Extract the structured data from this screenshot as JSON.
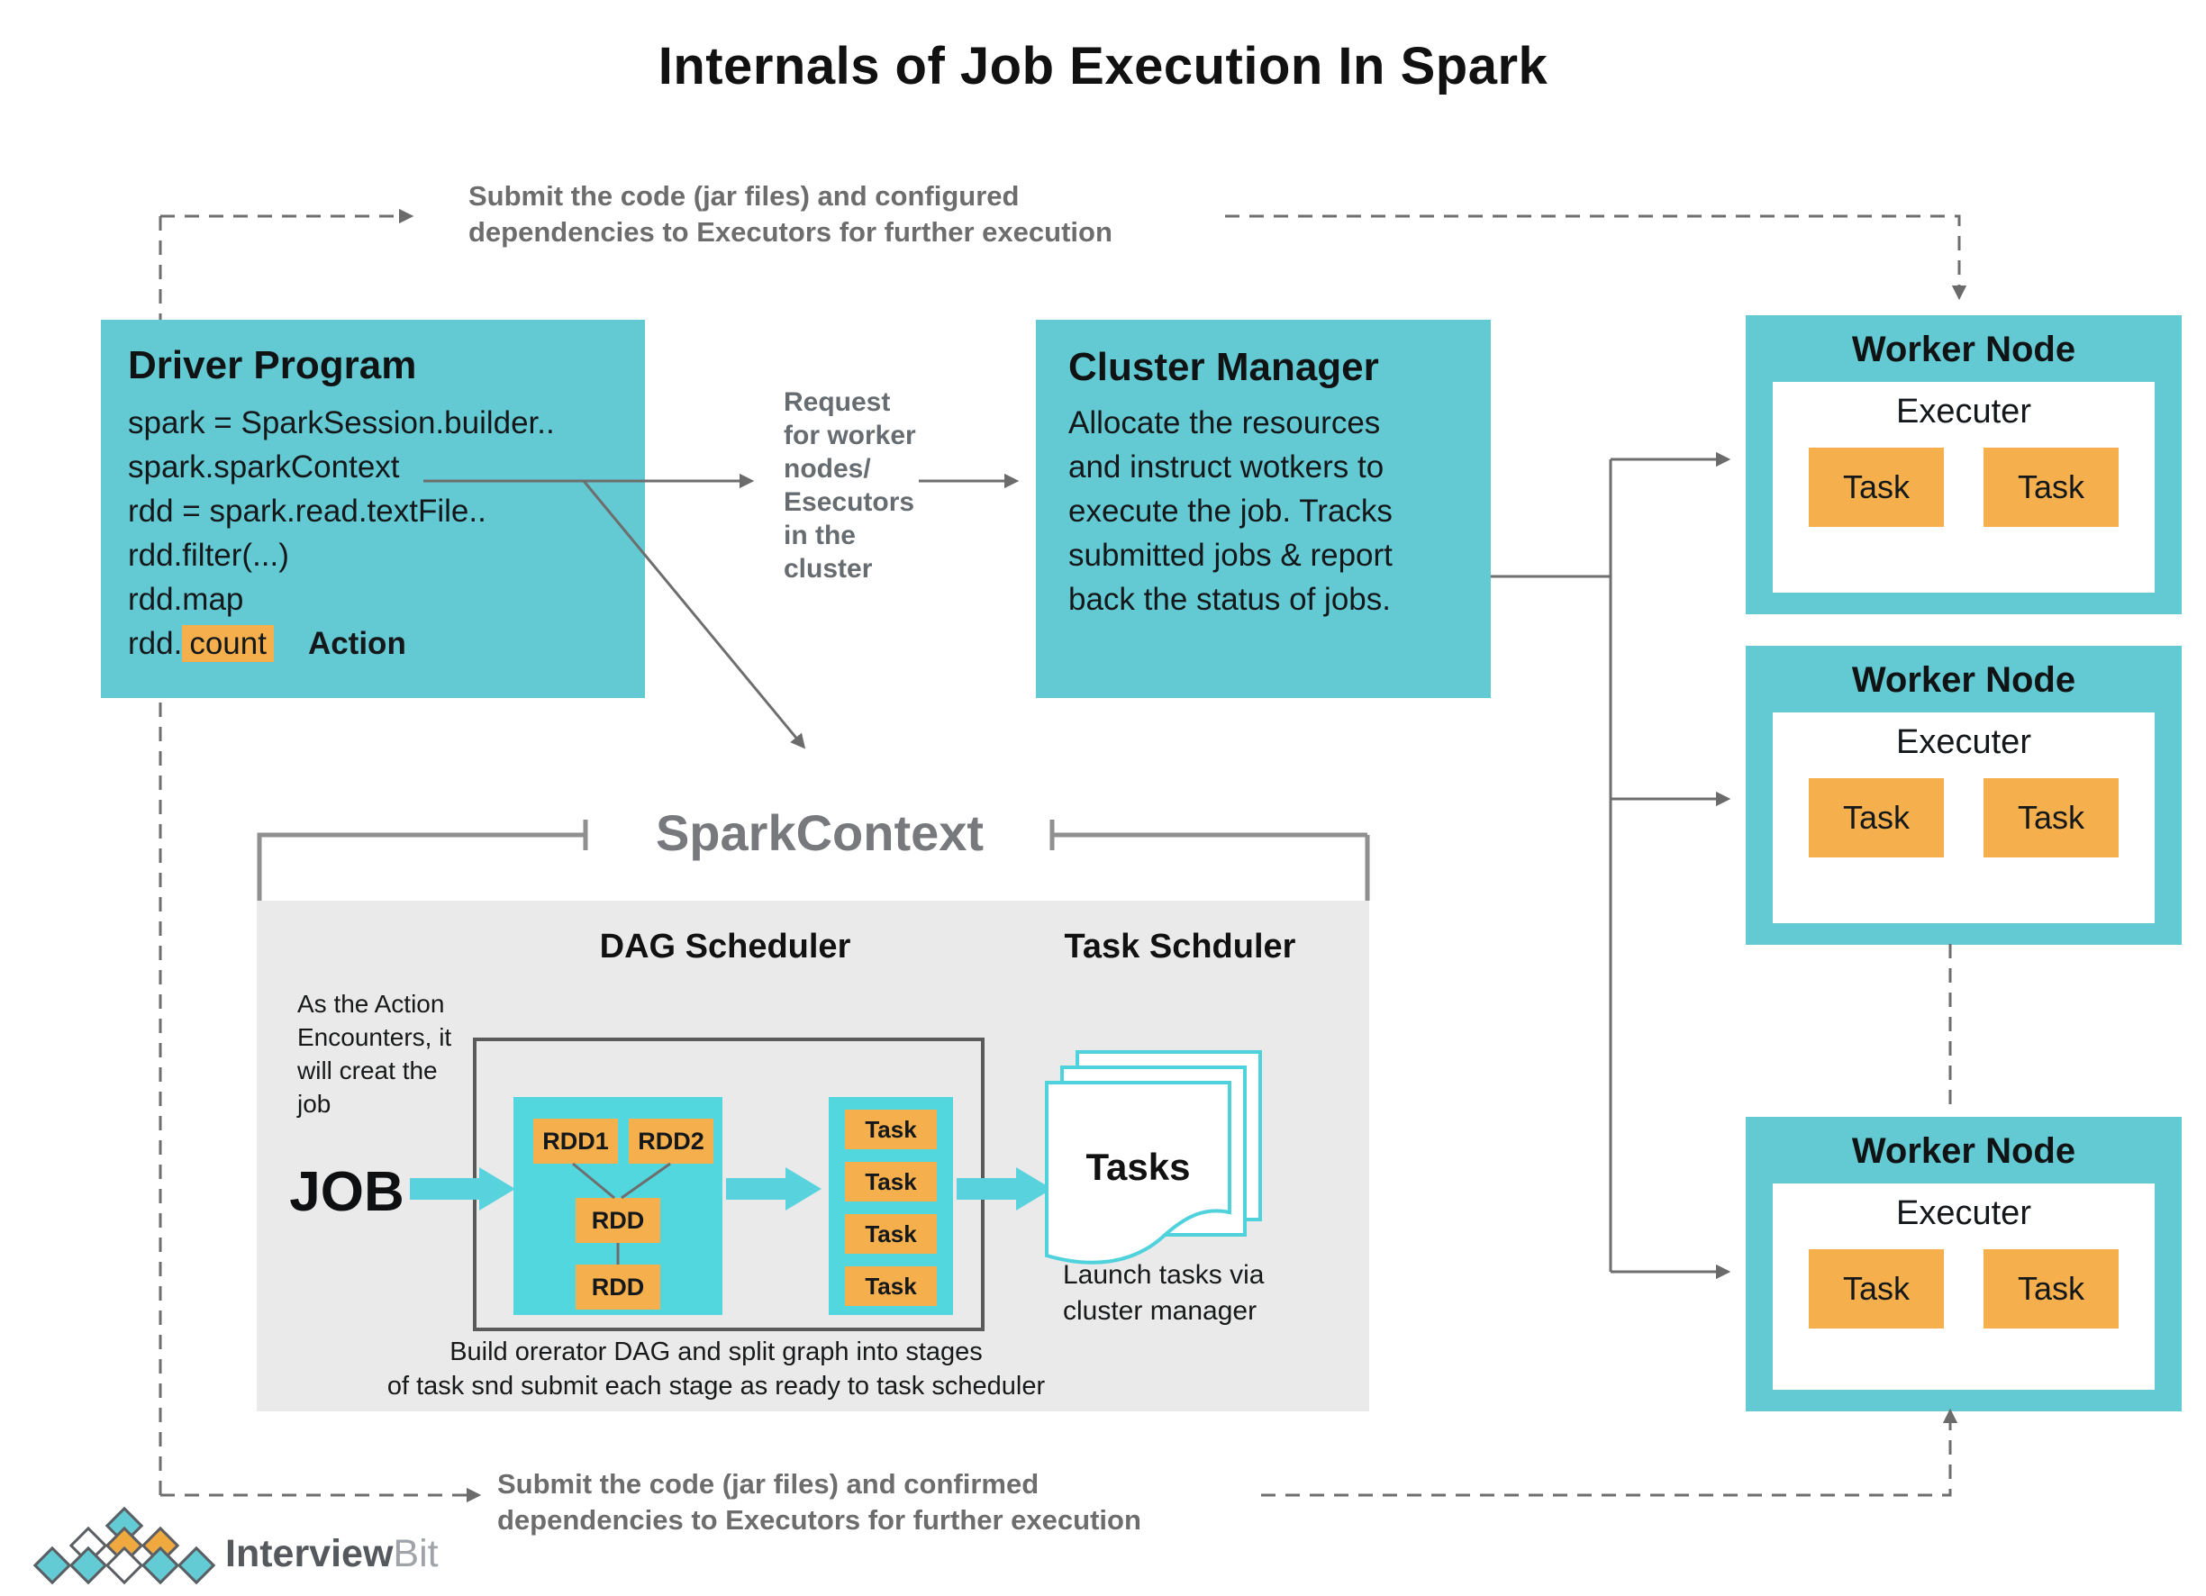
{
  "title": "Internals of Job Execution In Spark",
  "colors": {
    "box_teal": "#63C9D2",
    "panel_teal": "#52D7DF",
    "arrow_teal": "#58D3DD",
    "orange": "#F5AF4D",
    "gray_panel": "#EAEAEA",
    "line_gray": "#6e6e6e",
    "doc_border_teal": "#4fd2dc"
  },
  "top_flow": {
    "line1": "Submit the code (jar files) and configured",
    "line2": "dependencies to Executors for further execution"
  },
  "bottom_flow": {
    "line1": "Submit the code (jar files) and confirmed",
    "line2": "dependencies to Executors for further execution"
  },
  "driver": {
    "title": "Driver Program",
    "code": [
      "spark = SparkSession.builder..",
      "spark.sparkContext",
      "rdd = spark.read.textFile..",
      "rdd.filter(...)",
      "rdd.map"
    ],
    "code_last": {
      "prefix": "rdd.",
      "highlight": "count",
      "action": "Action"
    }
  },
  "request_label": {
    "lines": [
      "Request",
      "for worker",
      "nodes/",
      "Esecutors",
      "in the",
      "cluster"
    ]
  },
  "cluster": {
    "title": "Cluster Manager",
    "body": [
      "Allocate the resources",
      "and instruct wotkers to",
      "execute the job. Tracks",
      "submitted jobs & report",
      "back the status of jobs."
    ]
  },
  "workers": [
    {
      "title": "Worker Node",
      "executor": "Executer",
      "tasks": [
        "Task",
        "Task"
      ]
    },
    {
      "title": "Worker Node",
      "executor": "Executer",
      "tasks": [
        "Task",
        "Task"
      ]
    },
    {
      "title": "Worker Node",
      "executor": "Executer",
      "tasks": [
        "Task",
        "Task"
      ]
    }
  ],
  "spark_context": {
    "label": "SparkContext"
  },
  "dag": {
    "heading": "DAG Scheduler",
    "note": [
      "As the Action",
      "Encounters, it",
      "will creat the",
      "job"
    ],
    "job_label": "JOB",
    "stage": {
      "rdd1": "RDD1",
      "rdd2": "RDD2",
      "rdd_mid": "RDD",
      "rdd_bottom": "RDD"
    },
    "task_items": [
      "Task",
      "Task",
      "Task",
      "Task"
    ],
    "caption_line1": "Build orerator DAG and split graph into stages",
    "caption_line2": "of task snd submit each stage as ready to task scheduler"
  },
  "task_scheduler": {
    "heading": "Task Schduler",
    "doc_label": "Tasks",
    "note_line1": "Launch tasks via",
    "note_line2": "cluster manager"
  },
  "logo": {
    "text_primary": "Interview",
    "text_secondary": "Bit",
    "diamond_rows": [
      [
        "teal"
      ],
      [
        "white",
        "orange",
        "orange"
      ],
      [
        "teal",
        "teal",
        "white",
        "teal",
        "teal"
      ]
    ]
  }
}
